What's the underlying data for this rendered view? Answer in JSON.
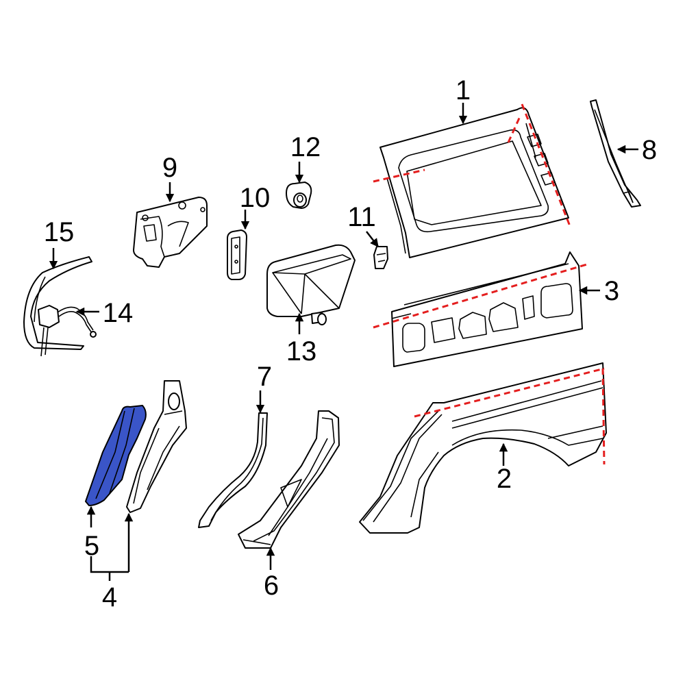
{
  "diagram": {
    "callouts": {
      "c1": "1",
      "c2": "2",
      "c3": "3",
      "c4": "4",
      "c5": "5",
      "c6": "6",
      "c7": "7",
      "c8": "8",
      "c9": "9",
      "c10": "10",
      "c11": "11",
      "c12": "12",
      "c13": "13",
      "c14": "14",
      "c15": "15"
    },
    "colors": {
      "highlight": "#3a55c8",
      "cut_line": "#e41e1e",
      "line": "#000000",
      "background": "#ffffff"
    },
    "highlighted_part": "5"
  }
}
